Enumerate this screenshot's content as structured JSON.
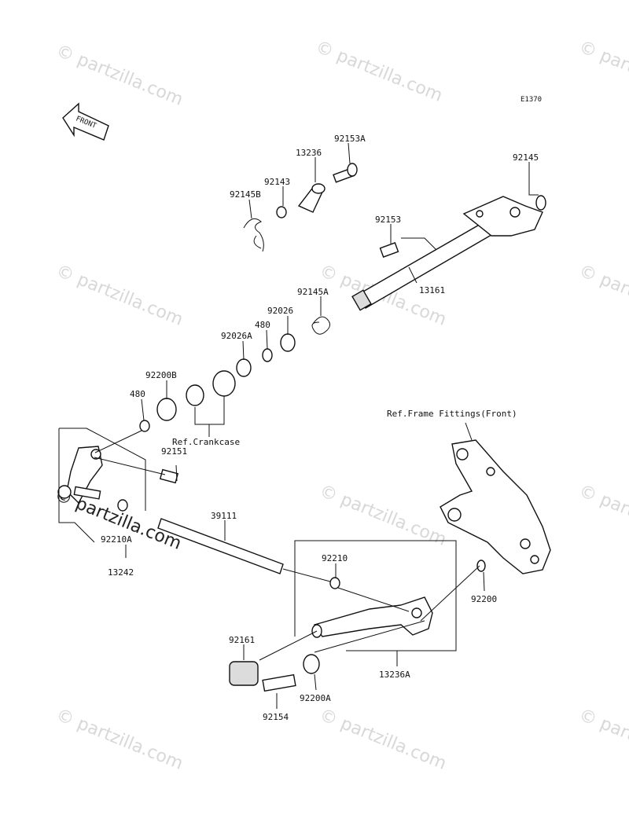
{
  "diagram_code": "E1370",
  "front_arrow_label": "FRONT",
  "watermark_text": "partzilla.com",
  "watermark_symbol": "©",
  "labels": {
    "p92153A": "92153A",
    "p13236": "13236",
    "p92143": "92143",
    "p92145B": "92145B",
    "p92145": "92145",
    "p92153": "92153",
    "p13161": "13161",
    "p92145A": "92145A",
    "p92026": "92026",
    "p480a": "480",
    "p92026A": "92026A",
    "p92200B": "92200B",
    "p480b": "480",
    "ref_crankcase": "Ref.Crankcase",
    "p92151": "92151",
    "ref_frame": "Ref.Frame Fittings(Front)",
    "p39111": "39111",
    "p92210A": "92210A",
    "p13242": "13242",
    "p92210": "92210",
    "p92200": "92200",
    "p92161": "92161",
    "p13236A": "13236A",
    "p92200A": "92200A",
    "p92154": "92154"
  }
}
